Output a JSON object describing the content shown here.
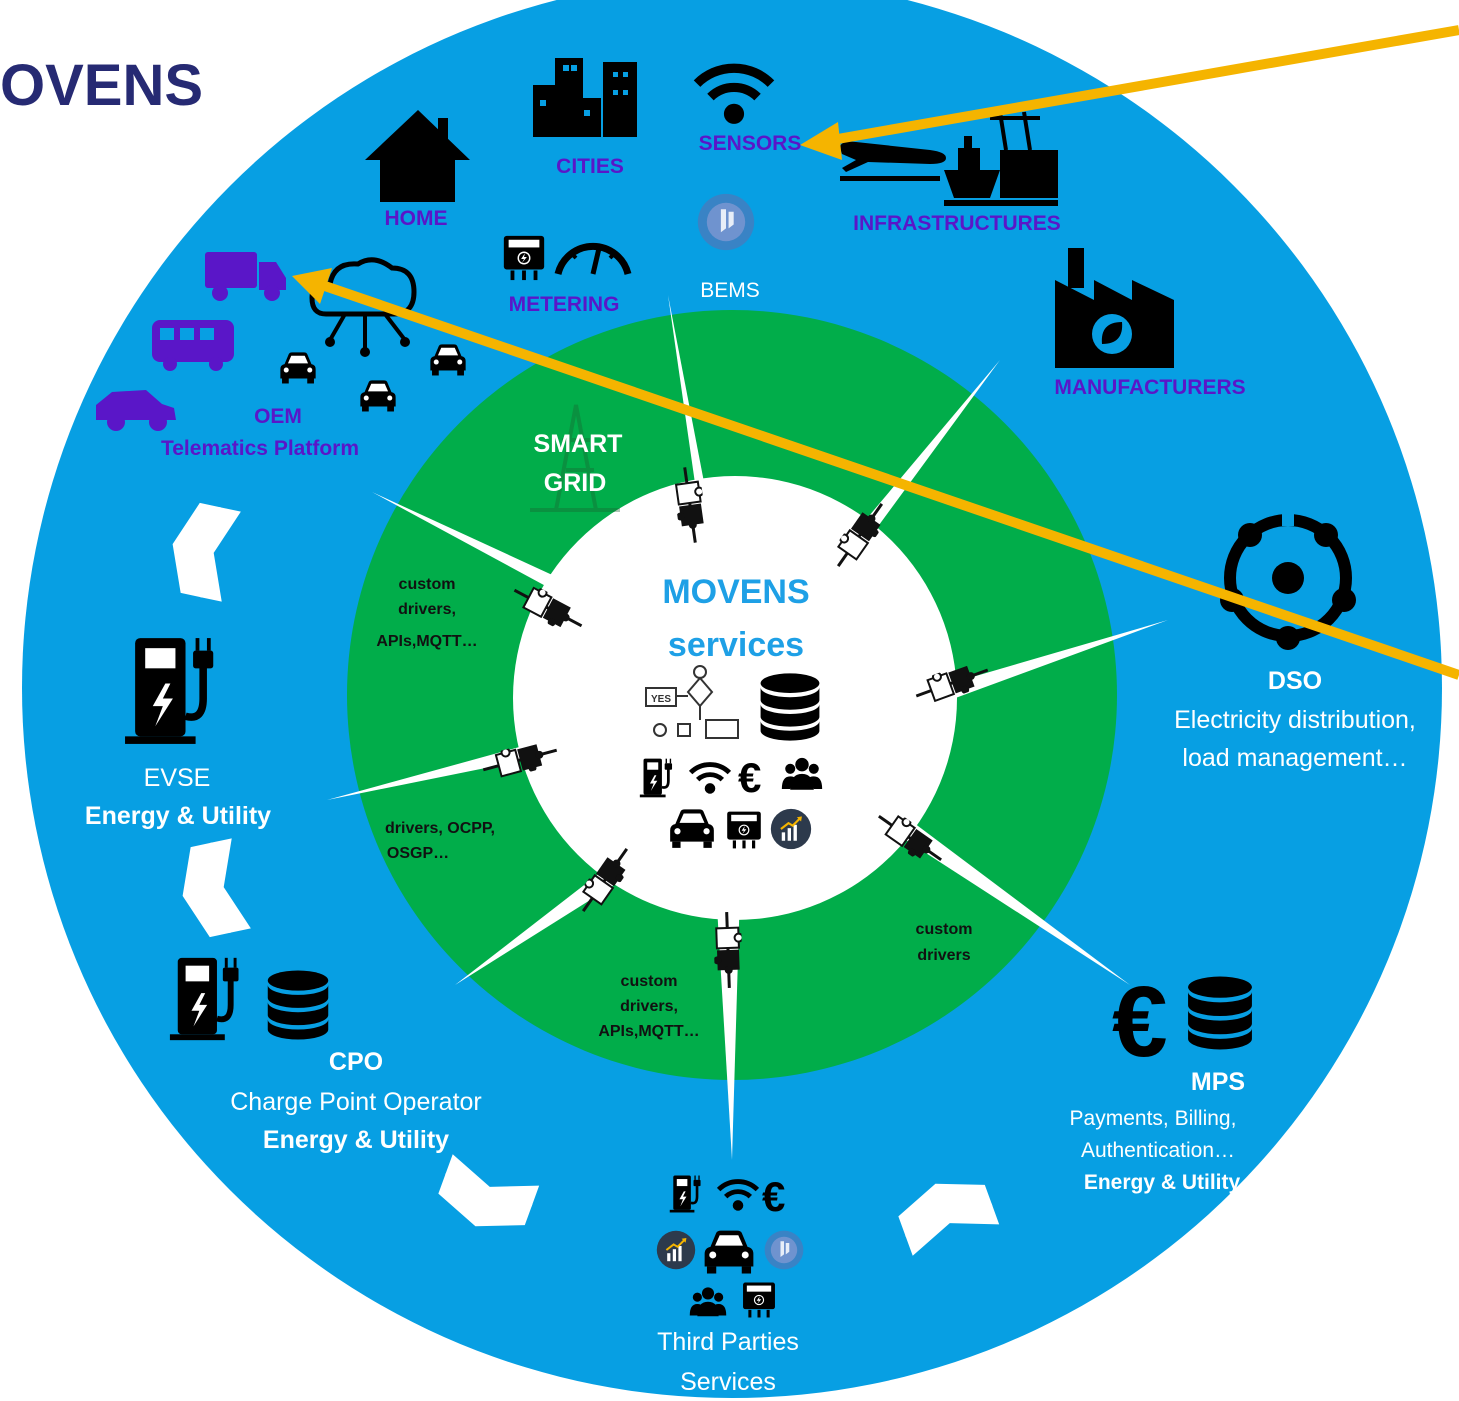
{
  "brand": {
    "logo_text": "OVENS"
  },
  "colors": {
    "outer": "#079fe3",
    "grid": "#01ad4a",
    "core": "#ffffff",
    "purple": "#5a16c8",
    "arrow": "#f5b400",
    "icon": "#000000"
  },
  "top": {
    "home": "HOME",
    "cities": "CITIES",
    "sensors": "SENSORS",
    "infrastructures": "INFRASTRUCTURES",
    "metering": "METERING",
    "bems": "BEMS",
    "manufacturers": "MANUFACTURERS",
    "oem": "OEM",
    "telematics": "Telematics Platform"
  },
  "smart_grid": {
    "line1": "SMART",
    "line2": "GRID"
  },
  "center": {
    "title": "MOVENS",
    "subtitle": "services"
  },
  "connectors": {
    "upper_left": [
      "custom",
      "drivers,",
      "APIs,MQTT…"
    ],
    "left": [
      "drivers, OCPP,",
      "OSGP…"
    ],
    "lower_right": [
      "custom",
      "drivers"
    ],
    "bottom": [
      "custom",
      "drivers,",
      "APIs,MQTT…"
    ]
  },
  "evse": {
    "name": "EVSE",
    "sector": "Energy & Utility"
  },
  "cpo": {
    "name": "CPO",
    "full": "Charge Point Operator",
    "sector": "Energy & Utility"
  },
  "dso": {
    "name": "DSO",
    "line1": "Electricity distribution,",
    "line2": "load management…"
  },
  "mps": {
    "name": "MPS",
    "line1": "Payments, Billing,",
    "line2": "Authentication…",
    "sector": "Energy & Utility"
  },
  "third": {
    "line1": "Third Parties",
    "line2": "Services"
  },
  "icons": [
    "home-icon",
    "cities-icon",
    "sensors-wifi-icon",
    "airplane-icon",
    "ship-port-icon",
    "meter-icon",
    "gauge-icon",
    "bems-icon",
    "factory-leaf-icon",
    "truck-icon",
    "bus-icon",
    "car-icon",
    "cloud-network-icon",
    "ev-car-icon",
    "pylon-icon",
    "puzzle-connector-icon",
    "flowchart-icon",
    "database-icon",
    "charger-icon",
    "wifi-icon",
    "euro-icon",
    "users-icon",
    "analytics-icon",
    "dso-ring-icon",
    "exchange-arrows-icon"
  ]
}
